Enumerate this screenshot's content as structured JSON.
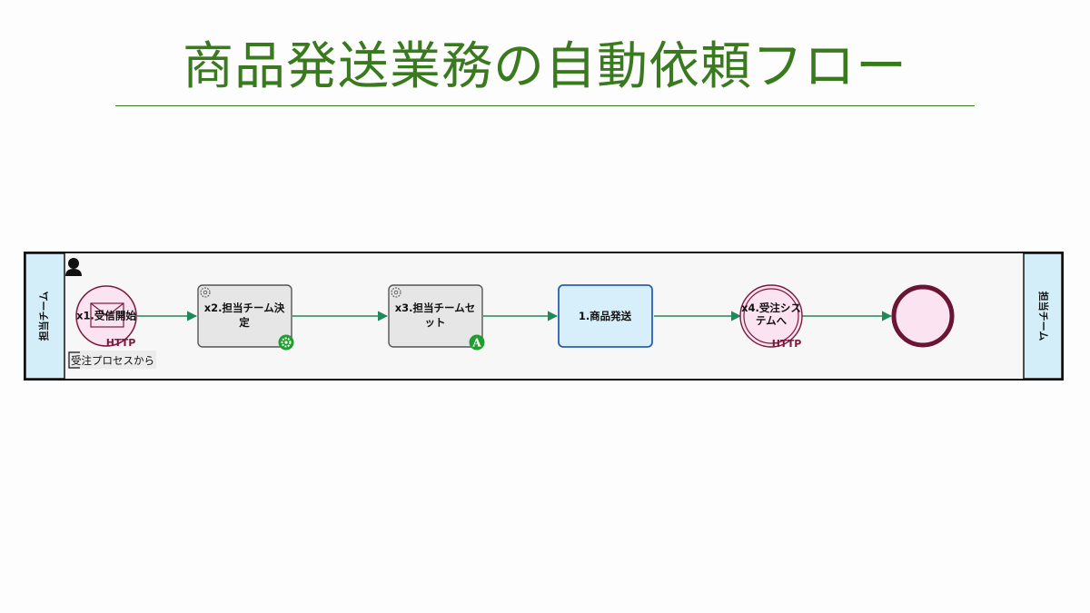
{
  "title": "商品発送業務の自動依頼フロー",
  "pool": {
    "left_label": "担当チーム",
    "right_label": "担当チーム",
    "icon": "user-icon"
  },
  "nodes": {
    "start": {
      "label": "x1.受信開始",
      "sub": "HTTP",
      "icon": "message-envelope-icon"
    },
    "task2": {
      "label_line1": "x2.担当チーム決",
      "label_line2": "定",
      "icon": "gear-icon",
      "marker_icon": "gear-badge-icon"
    },
    "task3": {
      "label_line1": "x3.担当チームセ",
      "label_line2": "ット",
      "icon": "gear-icon",
      "marker_icon": "a-badge-icon",
      "marker_text": "A"
    },
    "task1": {
      "label": "1.商品発送"
    },
    "throw": {
      "label_line1": "x4.受注シス",
      "label_line2": "テムへ",
      "sub": "HTTP"
    },
    "end": {
      "label": ""
    }
  },
  "annotation": {
    "text": "受注プロセスから"
  },
  "colors": {
    "title": "#3a7a1e",
    "flow": "#1e8a5c",
    "lane": "#d4eef9",
    "event_fill": "#fbe3f2",
    "event_stroke": "#7a1a3c",
    "task_fill": "#e6e6e6",
    "user_task_fill": "#d7effa",
    "user_task_stroke": "#2b5fae",
    "badge": "#1f9e2e"
  }
}
